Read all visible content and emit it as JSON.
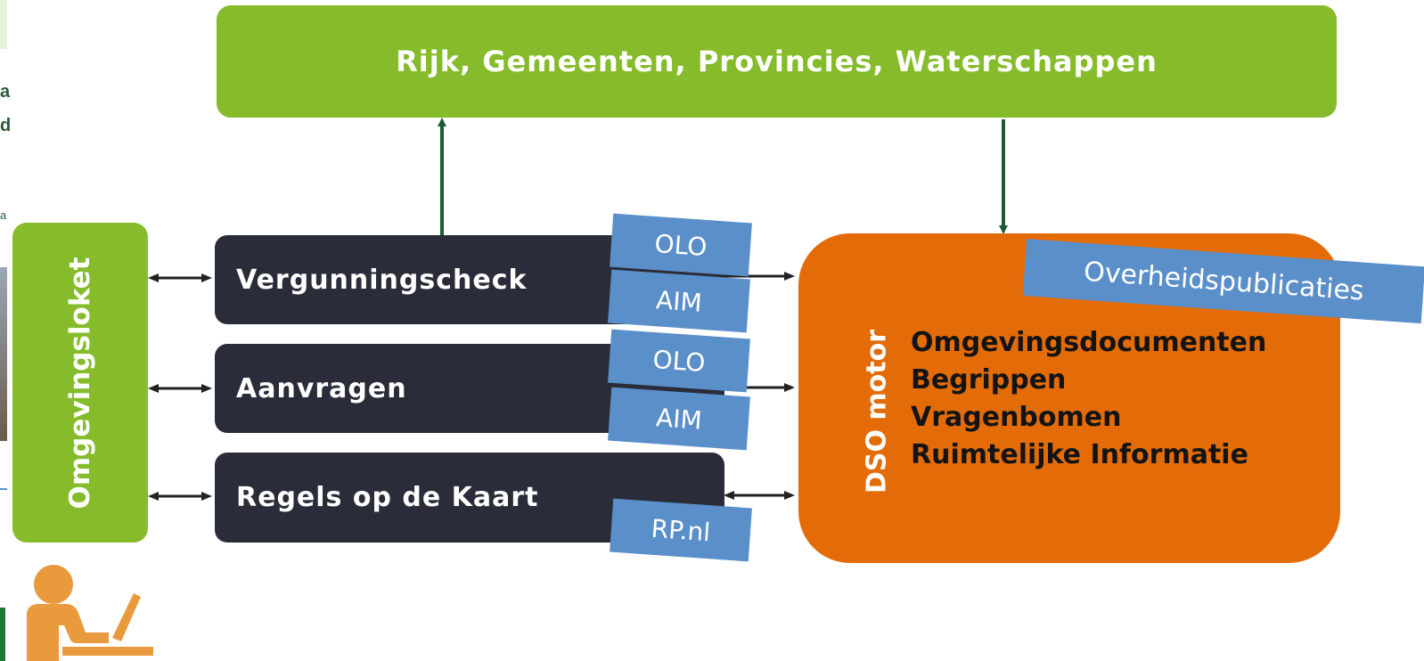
{
  "top_bar": {
    "label": "Rijk, Gemeenten, Provincies, Waterschappen"
  },
  "side_bar": {
    "label": "Omgevingsloket"
  },
  "services": [
    {
      "label": "Vergunningscheck",
      "tags": [
        "OLO",
        "AIM"
      ]
    },
    {
      "label": "Aanvragen",
      "tags": [
        "OLO",
        "AIM"
      ]
    },
    {
      "label": "Regels op de Kaart",
      "tags": [
        "RP.nl"
      ]
    }
  ],
  "dso": {
    "title": "DSO motor",
    "items": [
      "Omgevingsdocumenten",
      "Begrippen",
      "Vragenbomen",
      "Ruimtelijke Informatie"
    ],
    "publication_tag": "Overheidspublicaties"
  },
  "left_fragments": [
    "a",
    "d",
    "a"
  ],
  "colors": {
    "green": "#86bc2b",
    "dark": "#2a2d39",
    "orange": "#e36c09",
    "tag_blue": "#5b8fc9",
    "arrow_green": "#1f5a32",
    "user_orange": "#e89a3c"
  },
  "icons": [
    "user-at-laptop-icon"
  ]
}
